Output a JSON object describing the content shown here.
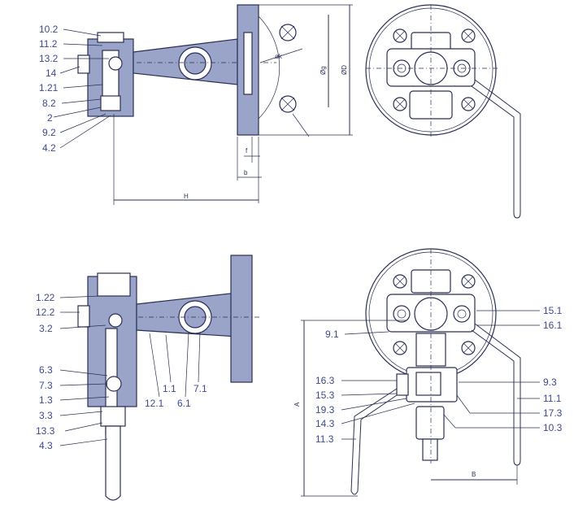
{
  "callouts_top_left": [
    {
      "text": "10.2"
    },
    {
      "text": "11.2"
    },
    {
      "text": "13.2"
    },
    {
      "text": "14"
    },
    {
      "text": "1.21"
    },
    {
      "text": "8.2"
    },
    {
      "text": "2"
    },
    {
      "text": "9.2"
    },
    {
      "text": "4.2"
    }
  ],
  "dims_top": {
    "k": "øk",
    "g": "Øg",
    "D": "ØD",
    "f": "f",
    "b": "b",
    "H": "H"
  },
  "callouts_bottom_left": [
    {
      "text": "1.22"
    },
    {
      "text": "12.2"
    },
    {
      "text": "3.2"
    },
    {
      "text": "6.3"
    },
    {
      "text": "7.3"
    },
    {
      "text": "1.3"
    },
    {
      "text": "3.3"
    },
    {
      "text": "13.3"
    },
    {
      "text": "4.3"
    }
  ],
  "callouts_bottom_center": [
    {
      "text": "12.1"
    },
    {
      "text": "1.1"
    },
    {
      "text": "6.1"
    },
    {
      "text": "7.1"
    }
  ],
  "callouts_bottom_right_left": [
    {
      "text": "9.1"
    },
    {
      "text": "16.3"
    },
    {
      "text": "15.3"
    },
    {
      "text": "19.3"
    },
    {
      "text": "14.3"
    },
    {
      "text": "11.3"
    }
  ],
  "callouts_bottom_right_right": [
    {
      "text": "15.1"
    },
    {
      "text": "16.1"
    },
    {
      "text": "9.3"
    },
    {
      "text": "11.1"
    },
    {
      "text": "17.3"
    },
    {
      "text": "10.3"
    }
  ],
  "dims_bottom": {
    "A": "A",
    "B": "B"
  }
}
